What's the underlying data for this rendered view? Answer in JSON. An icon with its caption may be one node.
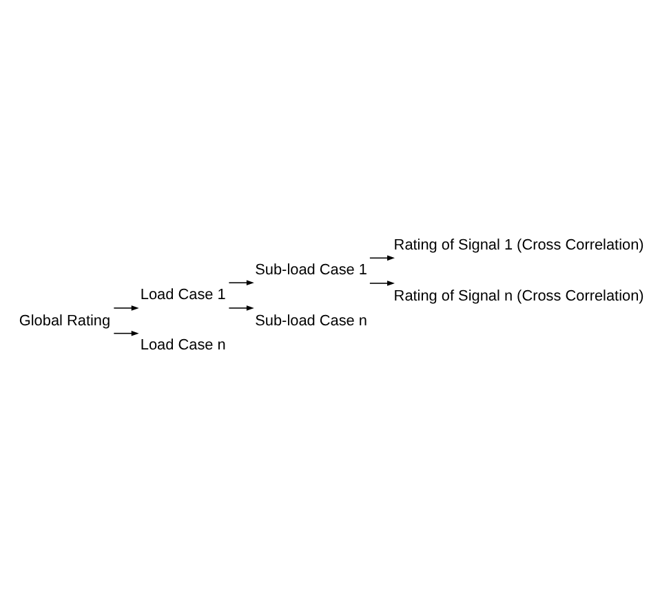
{
  "diagram": {
    "nodes": [
      {
        "text": [
          "Global Rating"
        ]
      },
      {
        "text": [
          "Load Case 1"
        ]
      },
      {
        "text": [
          "Sub-load Case 1"
        ]
      },
      {
        "text": [
          "Rating of Signal 1 (Cross Correlation)"
        ]
      },
      {
        "text": [
          "Rating of Signal n (Cross Correlation)"
        ]
      },
      {
        "text": [
          "Sub-load Case n"
        ]
      },
      {
        "text": [
          "Load Case n"
        ]
      }
    ],
    "edges": [
      {
        "from": 0,
        "to": 1,
        "arrow": "to"
      },
      {
        "from": 1,
        "to": 2,
        "arrow": "to"
      },
      {
        "from": 2,
        "to": 3,
        "arrow": "to"
      },
      {
        "from": 2,
        "to": 4,
        "arrow": "to"
      },
      {
        "from": 1,
        "to": 5,
        "arrow": "to"
      },
      {
        "from": 0,
        "to": 6,
        "arrow": "to"
      }
    ]
  }
}
